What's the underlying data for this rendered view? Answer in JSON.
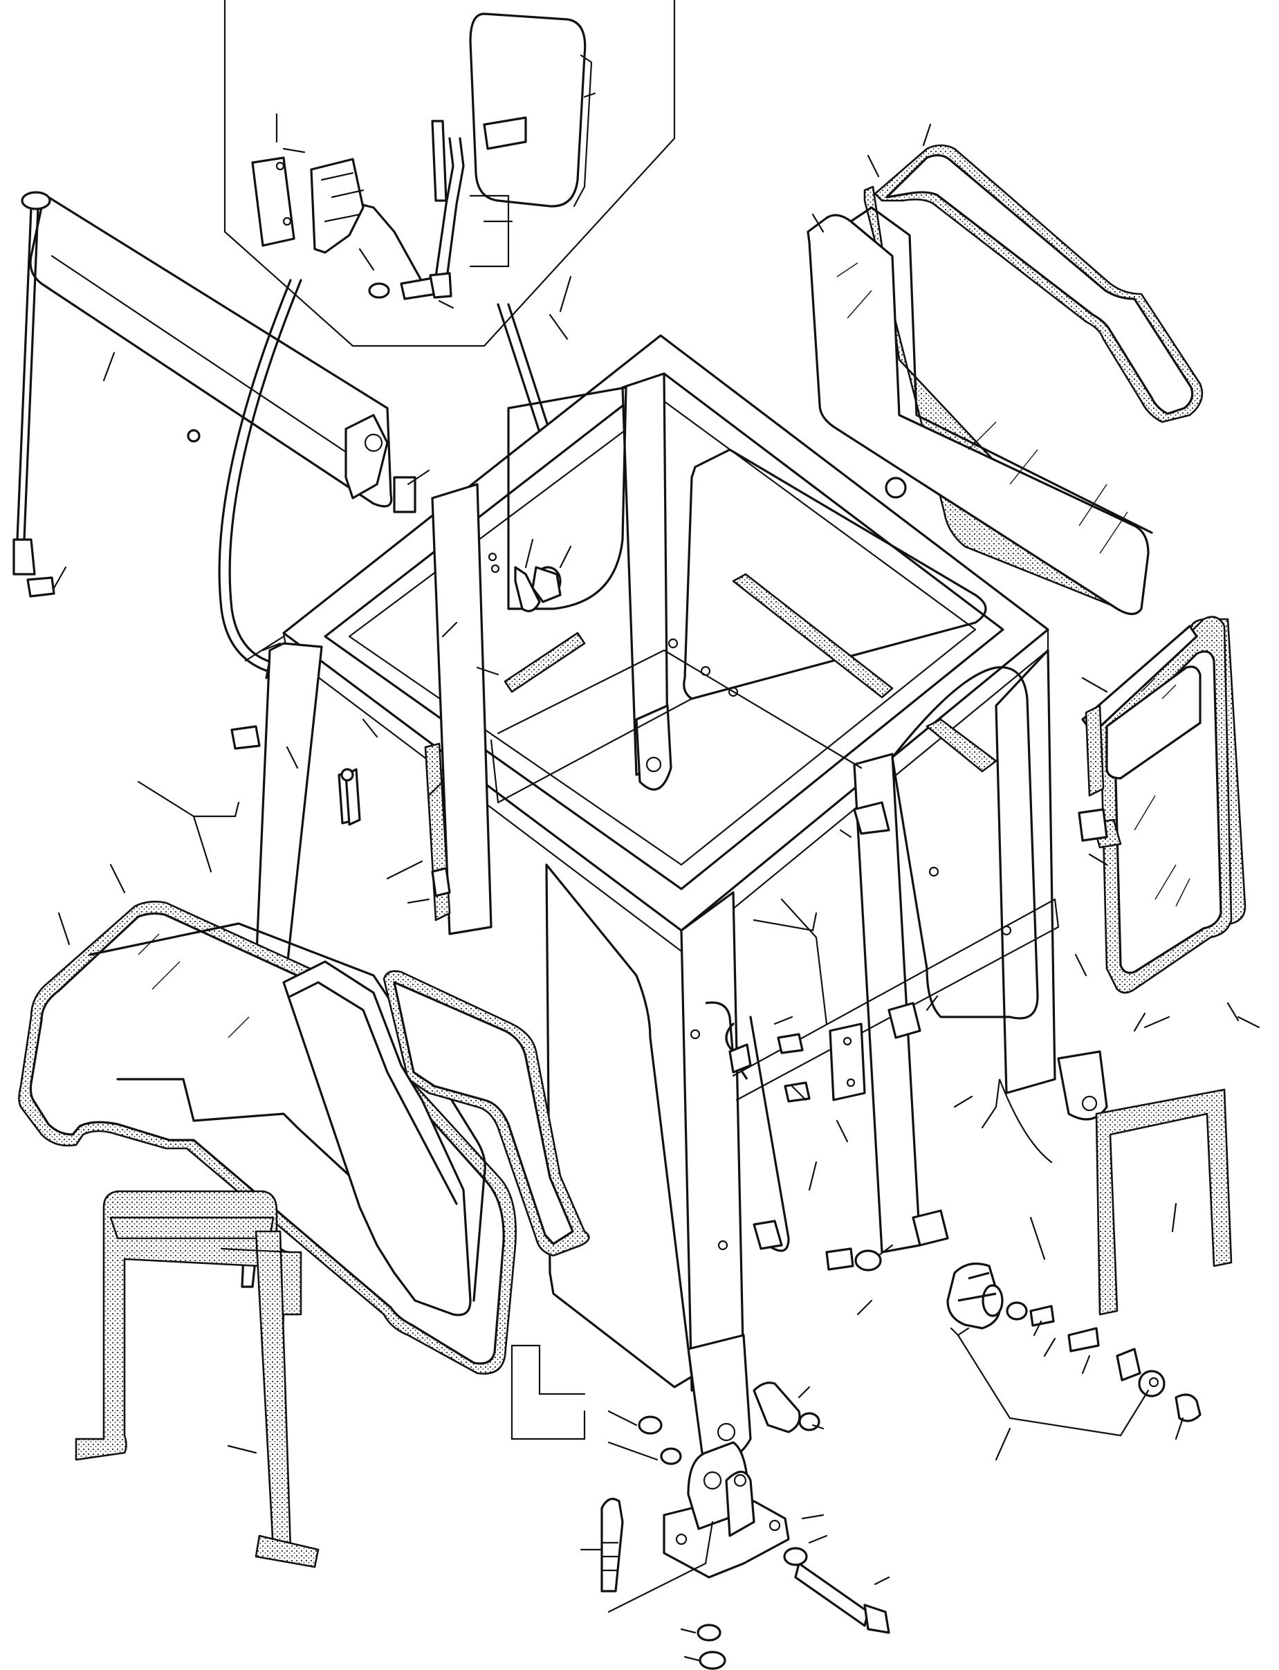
{
  "diagram": {
    "colors": {
      "line": "#111111",
      "background": "#ffffff"
    },
    "parts": [
      "cab-frame",
      "rear-view-mirror",
      "mirror-bracket",
      "mirror-rod",
      "windscreen-wiper",
      "roof-window",
      "roof-window-seal",
      "side-window",
      "side-window-seal",
      "door-glass",
      "door-seal",
      "front-window-panel",
      "front-seal-strip",
      "side-seal-strip",
      "rubber-mount",
      "mounting-bracket",
      "bolts-nuts-washers",
      "hinge-clips"
    ]
  }
}
